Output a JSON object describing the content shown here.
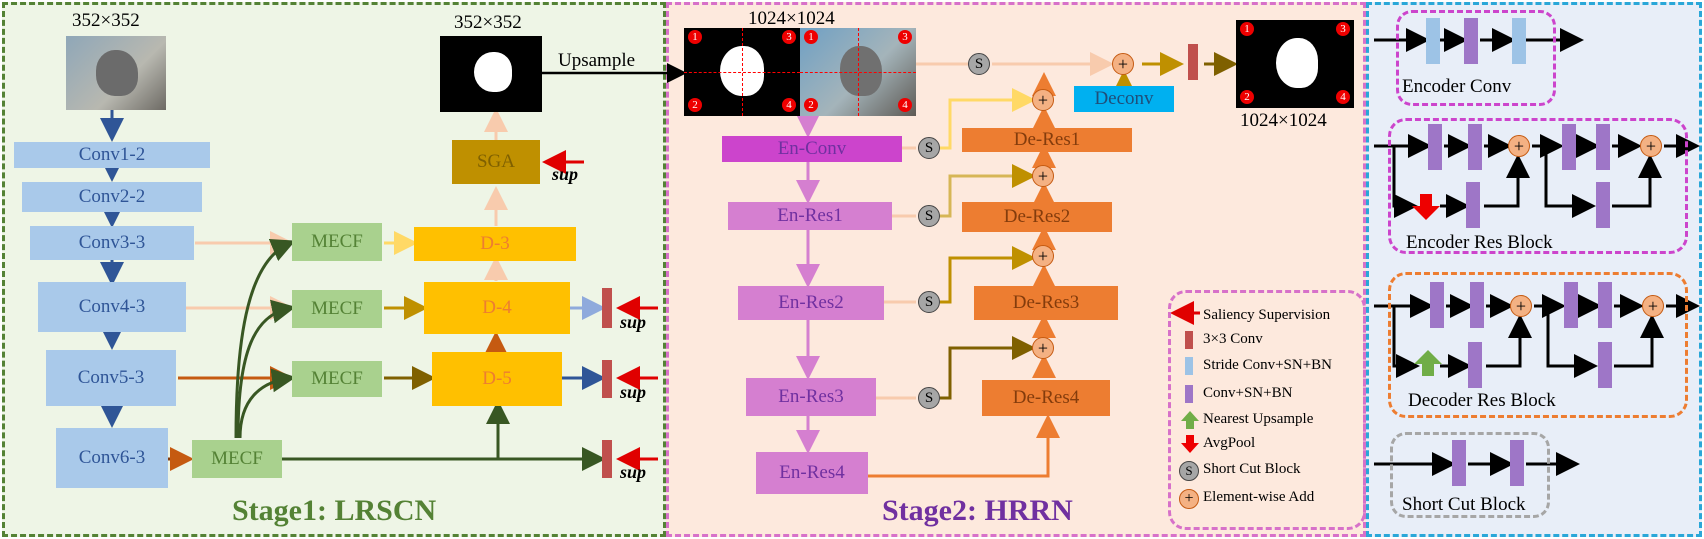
{
  "stage1": {
    "title": "Stage1: LRSCN",
    "input_size": "352×352",
    "output_size": "352×352",
    "encoder": [
      "Conv1-2",
      "Conv2-2",
      "Conv3-3",
      "Conv4-3",
      "Conv5-3",
      "Conv6-3"
    ],
    "mecf": [
      "MECF",
      "MECF",
      "MECF",
      "MECF"
    ],
    "decoder": [
      "D-3",
      "D-4",
      "D-5"
    ],
    "sga": "SGA",
    "sup": [
      "sup",
      "sup",
      "sup",
      "sup"
    ]
  },
  "upsample_label": "Upsample",
  "stage2": {
    "title": "Stage2: HRRN",
    "input_size": "1024×1024",
    "output_size": "1024×1024",
    "patch_numbers": [
      "1",
      "2",
      "3",
      "4"
    ],
    "encoder": [
      "En-Conv",
      "En-Res1",
      "En-Res2",
      "En-Res3",
      "En-Res4"
    ],
    "decoder": [
      "De-Res1",
      "De-Res2",
      "De-Res3",
      "De-Res4"
    ],
    "deconv": "Deconv",
    "s": "S",
    "plus": "+"
  },
  "legend": {
    "items": [
      "Saliency  Supervision",
      "3×3 Conv",
      "Stride Conv+SN+BN",
      "Conv+SN+BN",
      "Nearest Upsample",
      "AvgPool",
      "Short Cut Block",
      "Element-wise Add"
    ]
  },
  "blocks": {
    "encoder_conv": "Encoder Conv",
    "encoder_res": "Encoder Res Block",
    "decoder_res": "Decoder Res Block",
    "short_cut": "Short Cut Block"
  },
  "colors": {
    "stage1_bg": "#eef5e6",
    "stage1_border": "#548235",
    "stage2_bg": "#fde9dd",
    "stage2_border": "#d771c9",
    "blocks_bg": "#e8eef8",
    "blocks_border": "#2aa7d8",
    "enc_blue": "#a9c9ea",
    "mecf_green": "#a9d18e",
    "dec_yellow": "#ffc000",
    "sga": "#bf9000",
    "en_violet": "#d57fd0",
    "en_conv": "#cc44cc",
    "de_orange": "#ed7d31",
    "deconv": "#00b0f0",
    "conv_red": "#c0504d",
    "conv_purple": "#9e76c7",
    "stride_blue": "#9dc3e6",
    "add_orange": "#f4b183"
  }
}
